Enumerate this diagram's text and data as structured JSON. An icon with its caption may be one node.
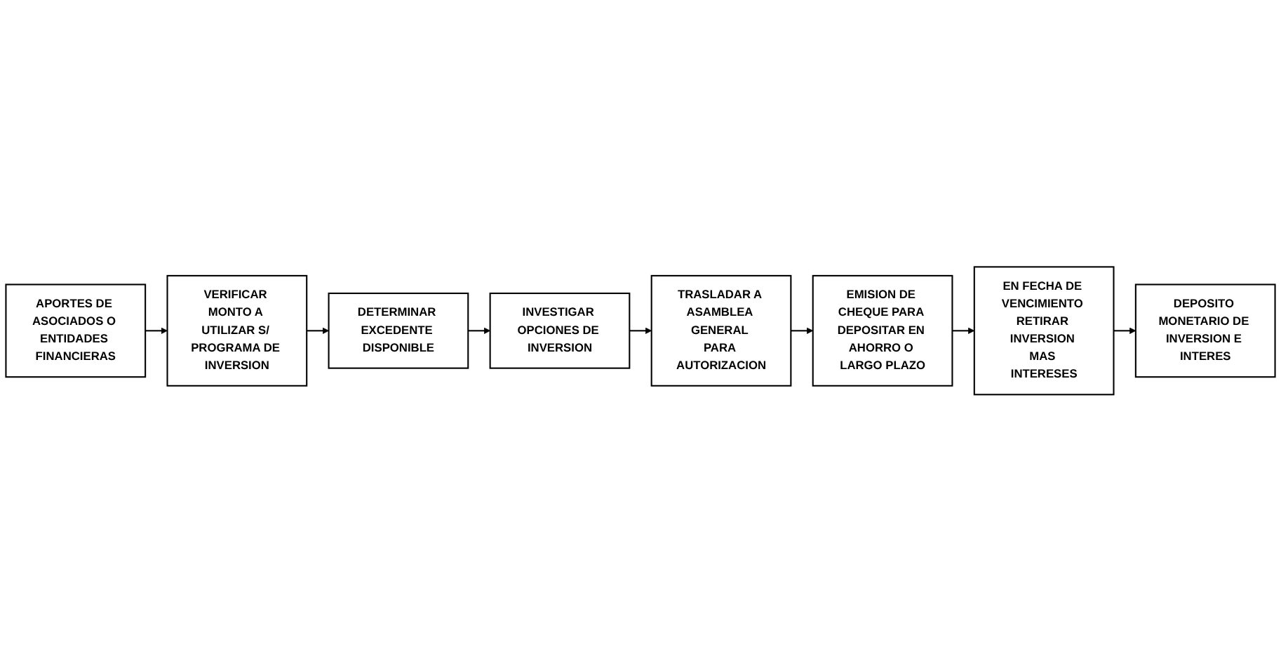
{
  "diagram": {
    "nodes": [
      {
        "text": [
          "APORTES DE ASOCIADOS O ENTIDADES FINANCIERAS"
        ]
      },
      {
        "text": [
          "VERIFICAR MONTO A UTILIZAR S/ PROGRAMA DE INVERSION"
        ]
      },
      {
        "text": [
          "DETERMINAR EXCEDENTE DISPONIBLE"
        ]
      },
      {
        "text": [
          "INVESTIGAR OPCIONES DE INVERSION"
        ]
      },
      {
        "text": [
          "TRASLADAR A ASAMBLEA GENERAL PARA AUTORIZACION"
        ]
      },
      {
        "text": [
          "EMISION DE CHEQUE PARA DEPOSITAR EN AHORRO O LARGO PLAZO"
        ]
      },
      {
        "text": [
          "EN FECHA DE VENCIMIENTO RETIRAR INVERSION MAS INTERESES"
        ]
      },
      {
        "text": [
          "DEPOSITO MONETARIO DE INVERSION E INTERES"
        ]
      }
    ],
    "edges": [
      {
        "from": 0,
        "to": 1,
        "arrow": "to"
      },
      {
        "from": 1,
        "to": 2,
        "arrow": "to"
      },
      {
        "from": 2,
        "to": 3,
        "arrow": "to"
      },
      {
        "from": 3,
        "to": 4,
        "arrow": "to"
      },
      {
        "from": 4,
        "to": 5,
        "arrow": "to"
      },
      {
        "from": 5,
        "to": 6,
        "arrow": "to"
      },
      {
        "from": 6,
        "to": 7,
        "arrow": "to"
      }
    ]
  }
}
